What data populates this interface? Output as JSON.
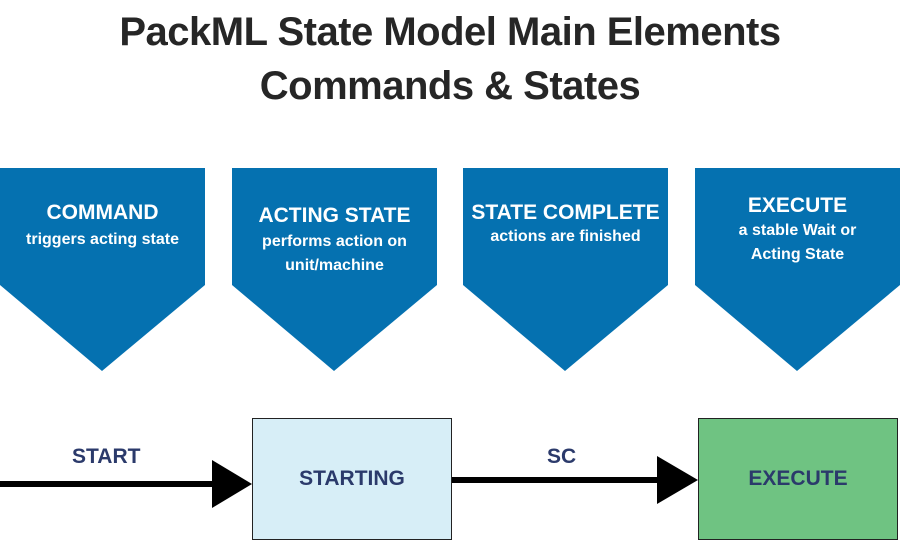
{
  "title": {
    "line1": "PackML State Model Main Elements",
    "line2": "Commands & States"
  },
  "colors": {
    "chevron": "#0571b0",
    "starting_box": "#d7eef7",
    "execute_box": "#6fc382",
    "label": "#2b3a6b"
  },
  "chevrons": [
    {
      "head": "COMMAND",
      "sub1": "triggers acting state",
      "sub2": ""
    },
    {
      "head": "ACTING STATE",
      "sub1": "performs action on",
      "sub2": "unit/machine"
    },
    {
      "head": "STATE COMPLETE",
      "sub1": "actions are finished",
      "sub2": ""
    },
    {
      "head": "EXECUTE",
      "sub1": "a stable Wait or",
      "sub2": "Acting State"
    }
  ],
  "flow": {
    "command1": "START",
    "state1": "STARTING",
    "command2": "SC",
    "state2": "EXECUTE"
  }
}
